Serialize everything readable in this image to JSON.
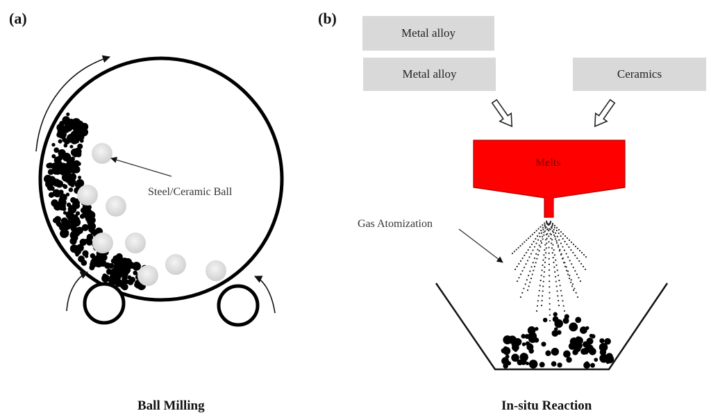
{
  "panel_a": {
    "label": "(a)",
    "caption": "Ball Milling",
    "annotation": "Steel/Ceramic Ball",
    "icons": [
      "mill-drum-icon",
      "roller-icon",
      "rotation-arrow-icon",
      "grinding-ball-icon",
      "powder-particle-icon"
    ]
  },
  "panel_b": {
    "label": "(b)",
    "caption": "In-situ Reaction",
    "inputs": [
      {
        "label": "Metal alloy"
      },
      {
        "label": "Metal alloy"
      },
      {
        "label": "Ceramics"
      }
    ],
    "hopper_label": "Melts",
    "annotation": "Gas Atomization",
    "colors": {
      "melt": "#ff0000",
      "melt_text": "#7a0000",
      "input_box": "#d9d9d9"
    },
    "icons": [
      "hollow-arrow-icon",
      "hopper-icon",
      "spray-icon",
      "crucible-icon",
      "powder-particle-icon"
    ]
  }
}
